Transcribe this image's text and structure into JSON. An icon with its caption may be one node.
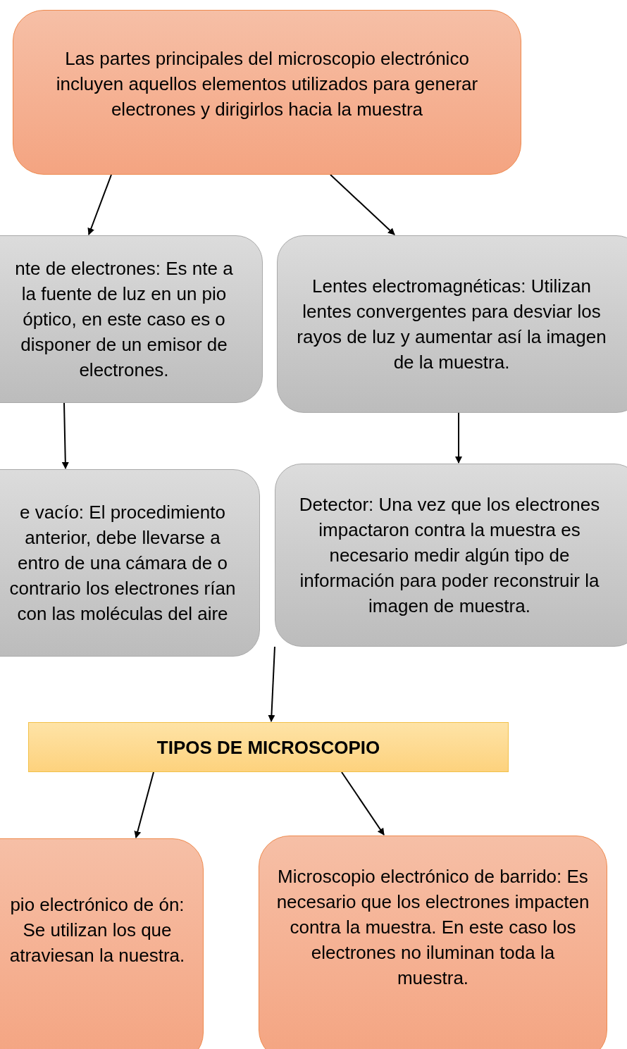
{
  "diagram": {
    "nodes": [
      {
        "text": [
          "Las partes principales del microscopio electrónico incluyen aquellos elementos utilizados para generar electrones y dirigirlos hacia la muestra"
        ]
      },
      {
        "text": [
          "nte de electrones: Es nte a la fuente de luz en un pio óptico, en este caso es o disponer de un emisor de electrones."
        ]
      },
      {
        "text": [
          "Lentes electromagnéticas: Utilizan lentes convergentes para desviar los rayos de luz y aumentar así la imagen de la muestra."
        ]
      },
      {
        "text": [
          "e vacío: El procedimiento anterior, debe llevarse a entro de una cámara de o contrario los electrones rían con las moléculas del aire"
        ]
      },
      {
        "text": [
          "Detector: Una vez que los electrones impactaron contra la muestra es necesario medir algún tipo de información para poder reconstruir la imagen de muestra."
        ]
      },
      {
        "text": [
          "TIPOS DE MICROSCOPIO"
        ]
      },
      {
        "text": [
          "pio electrónico de ón: Se utilizan los que atraviesan la nuestra."
        ]
      },
      {
        "text": [
          "Microscopio electrónico de barrido: Es necesario que los electrones impacten contra la muestra. En este caso los electrones no iluminan toda la muestra."
        ]
      }
    ],
    "edges": [
      {
        "from": 0,
        "to": 1,
        "arrow": "to"
      },
      {
        "from": 0,
        "to": 2,
        "arrow": "to"
      },
      {
        "from": 1,
        "to": 3,
        "arrow": "to"
      },
      {
        "from": 2,
        "to": 4,
        "arrow": "to"
      },
      {
        "from": 4,
        "to": 5,
        "arrow": "to"
      },
      {
        "from": 5,
        "to": 6,
        "arrow": "to"
      },
      {
        "from": 5,
        "to": 7,
        "arrow": "to"
      }
    ]
  }
}
